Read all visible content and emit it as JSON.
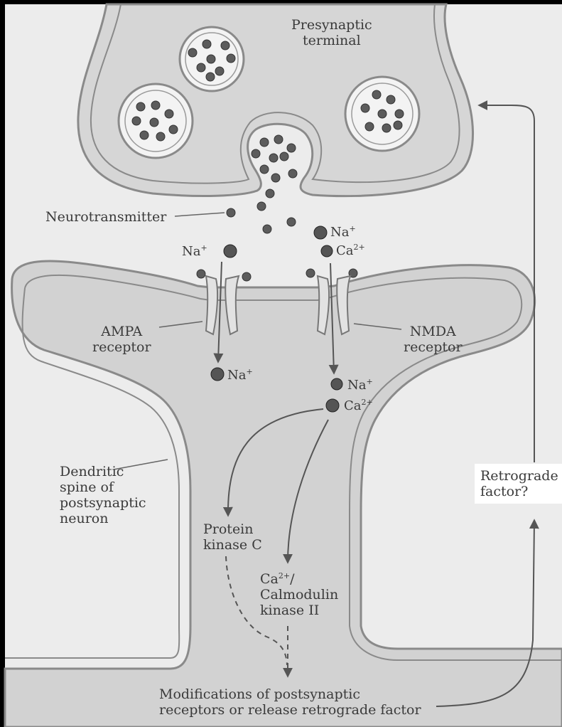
{
  "labels": {
    "presynaptic": [
      "Presynaptic",
      "terminal"
    ],
    "neurotransmitter": "Neurotransmitter",
    "na_plus": "Na",
    "ca_2plus": "Ca",
    "plus": "+",
    "two_plus": "2+",
    "ampa": [
      "AMPA",
      "receptor"
    ],
    "nmda": [
      "NMDA",
      "receptor"
    ],
    "dendritic": [
      "Dendritic",
      "spine of",
      "postsynaptic",
      "neuron"
    ],
    "pkc": [
      "Protein",
      "kinase C"
    ],
    "camk": [
      "/",
      "Calmodulin",
      "kinase II"
    ],
    "retrograde": [
      "Retrograde",
      "factor?"
    ],
    "modifications": [
      "Modifications of postsynaptic",
      "receptors or release retrograde factor"
    ]
  },
  "colors": {
    "background": "#ececec",
    "terminal_fill": "#d6d6d6",
    "membrane": "#8a8a8a",
    "vesicle_fill": "#f3f3f3",
    "molecule": "#5c5c5c",
    "arrow": "#555555",
    "frame": "#000000"
  }
}
